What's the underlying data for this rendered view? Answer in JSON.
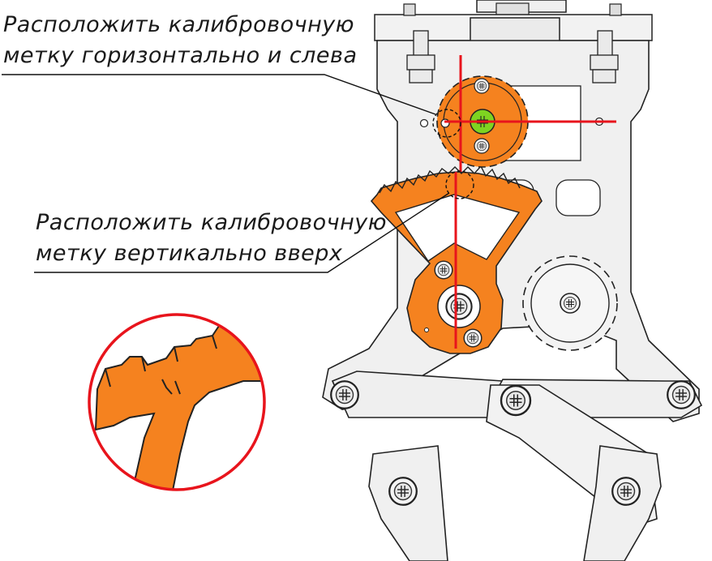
{
  "callouts": {
    "horizontal_left": {
      "line1": "Расположить калибровочную",
      "line2": "метку горизонтально и слева"
    },
    "vertical_up": {
      "line1": "Расположить калибровочную",
      "line2": "метку вертикально вверх"
    }
  },
  "colors": {
    "part_orange": "#f5821f",
    "frame_gray": "#eeeeee",
    "outline": "#222222",
    "marker_red": "#e8141c",
    "screw_green": "#7ed321"
  }
}
